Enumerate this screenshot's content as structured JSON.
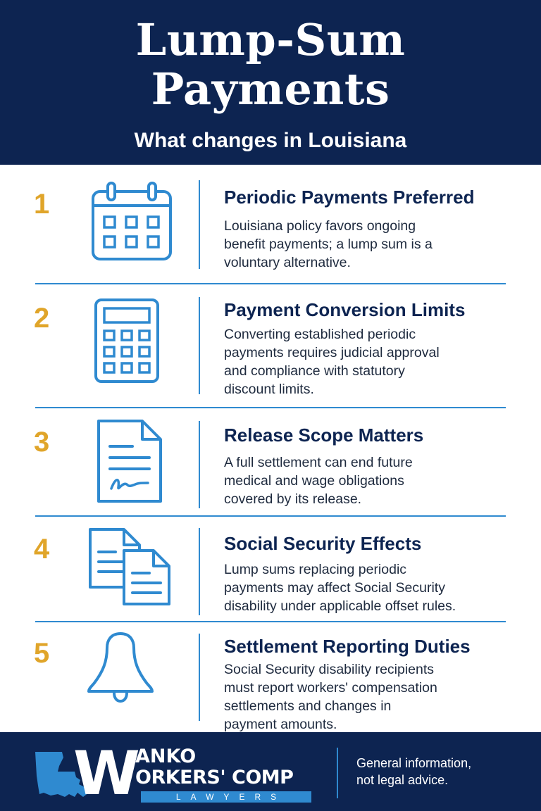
{
  "header": {
    "title": "Lump-Sum\nPayments",
    "subtitle": "What changes in Louisiana"
  },
  "items": [
    {
      "number": "1",
      "icon": "calendar-icon",
      "heading": "Periodic Payments Preferred",
      "text": "Louisiana policy favors ongoing\nbenefit payments; a lump sum is a\nvoluntary alternative."
    },
    {
      "number": "2",
      "icon": "calculator-icon",
      "heading": "Payment Conversion Limits",
      "text": "Converting established periodic\npayments requires judicial approval\nand compliance with statutory\ndiscount limits."
    },
    {
      "number": "3",
      "icon": "signed-document-icon",
      "heading": "Release Scope Matters",
      "text": "A full settlement can end future\nmedical and wage obligations\ncovered by its release."
    },
    {
      "number": "4",
      "icon": "documents-icon",
      "heading": "Social Security Effects",
      "text": "Lump sums replacing periodic\npayments may affect Social Security\ndisability under applicable offset rules."
    },
    {
      "number": "5",
      "icon": "bell-icon",
      "heading": "Settlement Reporting Duties",
      "text": "Social Security disability recipients\nmust report workers' compensation\nsettlements and changes in\npayment amounts."
    }
  ],
  "footer": {
    "logo": {
      "w": "W",
      "line1": "ANKO",
      "line2": "ORKERS' COMP",
      "tagline": "LAWYERS"
    },
    "disclaimer": "General information,\nnot legal advice."
  },
  "colors": {
    "navy": "#0d2451",
    "gold": "#e0a52a",
    "blue": "#2f8ad0"
  }
}
